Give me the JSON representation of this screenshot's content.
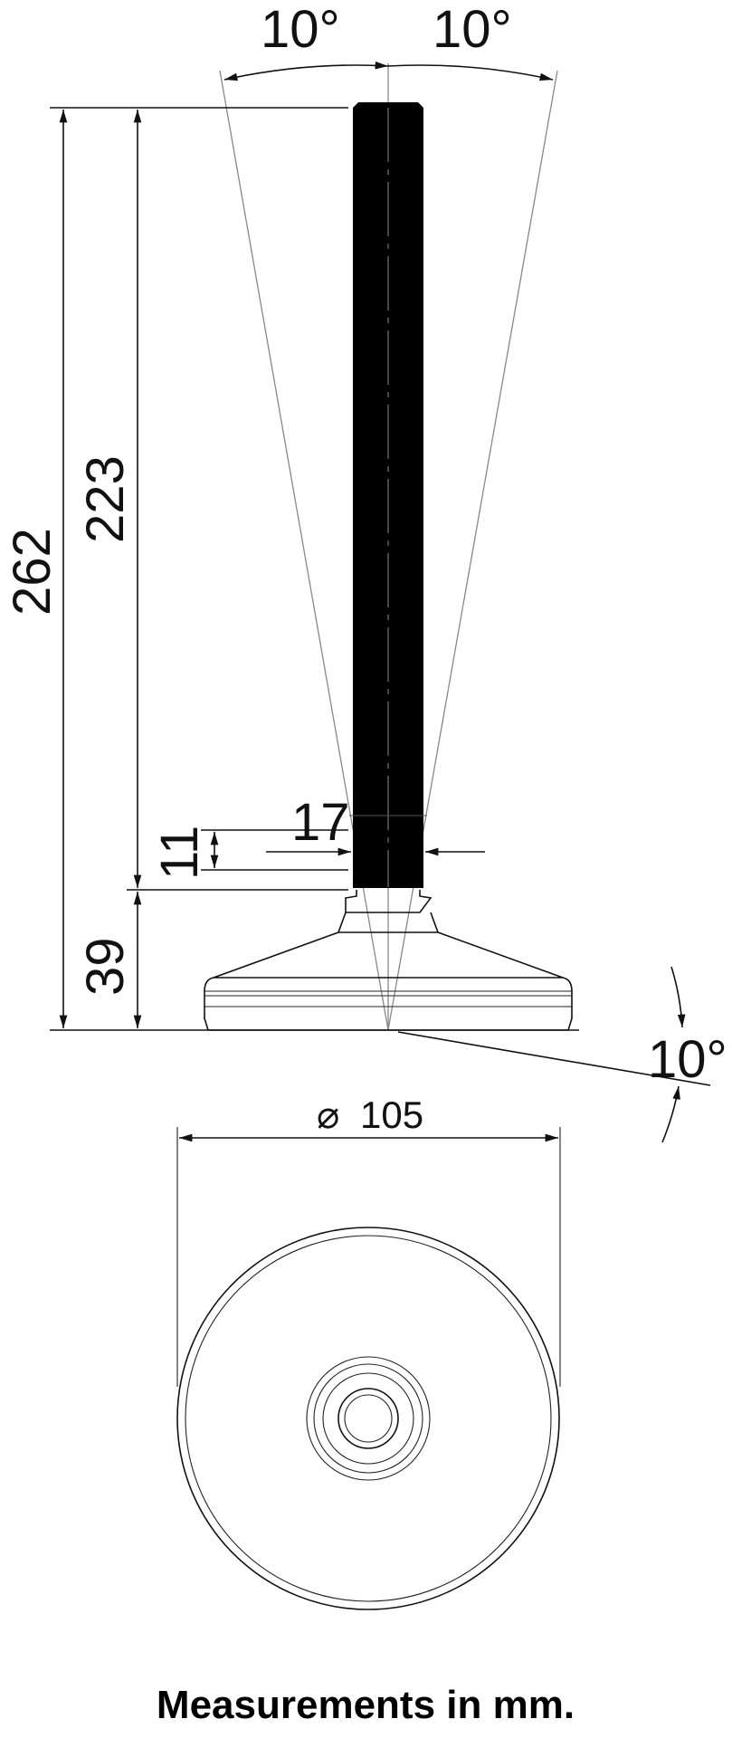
{
  "drawing": {
    "angle_left": "10°",
    "angle_right": "10°",
    "angle_base": "10°",
    "height_total": "262",
    "height_thread": "223",
    "height_base": "39",
    "nut_height": "11",
    "thread_width": "17",
    "diameter_symbol": "⌀",
    "diameter": "105"
  },
  "caption": "Measurements in mm.",
  "colors": {
    "line": "#111111",
    "construction": "#888888",
    "background": "#ffffff"
  }
}
